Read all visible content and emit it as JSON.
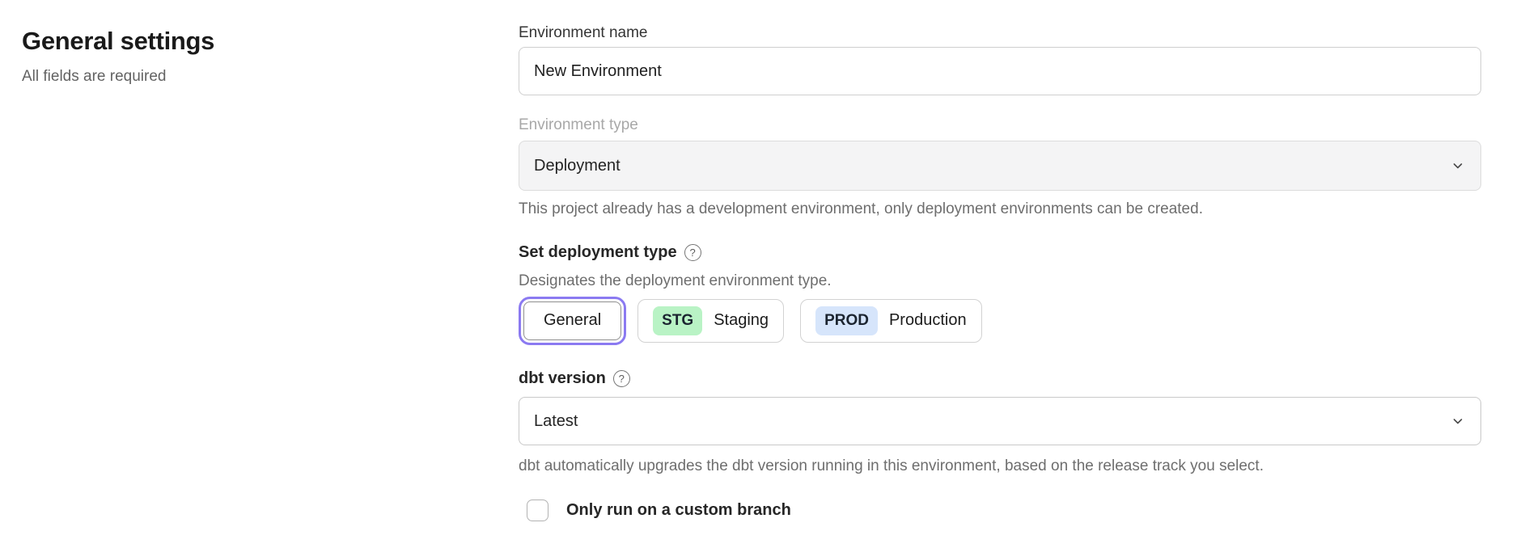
{
  "page": {
    "heading": "General settings",
    "subheading": "All fields are required"
  },
  "icons": {
    "help_glyph": "?"
  },
  "colors": {
    "accent_purple": "#8b7af1",
    "staging_badge_bg": "#b9f3c5",
    "production_badge_bg": "#d6e5fb"
  },
  "form": {
    "environment_name": {
      "label": "Environment name",
      "value": "New Environment"
    },
    "environment_type": {
      "label": "Environment type",
      "value": "Deployment",
      "helper": "This project already has a development environment, only deployment environments can be created."
    },
    "deployment_type": {
      "label": "Set deployment type",
      "description": "Designates the deployment environment type.",
      "options": [
        {
          "label": "General",
          "selected": true
        },
        {
          "badge": "STG",
          "label": "Staging",
          "selected": false
        },
        {
          "badge": "PROD",
          "label": "Production",
          "selected": false
        }
      ]
    },
    "dbt_version": {
      "label": "dbt version",
      "value": "Latest",
      "helper": "dbt automatically upgrades the dbt version running in this environment, based on the release track you select."
    },
    "custom_branch": {
      "label": "Only run on a custom branch",
      "checked": false
    }
  }
}
